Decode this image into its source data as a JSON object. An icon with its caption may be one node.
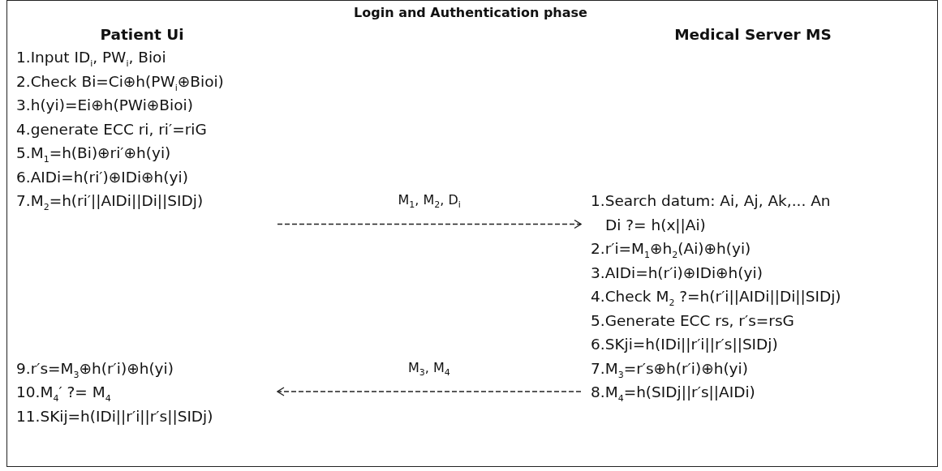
{
  "diagram": {
    "title": "Login and Authentication phase",
    "nodes": [
      {
        "text": [
          "Patient Ui",
          "1.Input ID$_{i}$, PW$_{i}$, Bioi",
          "2.Check Bi=Ci⊕h(PW$_{i}$⊕Bioi)",
          "3.h(yi)=Ei⊕h(PWi⊕Bioi)",
          "4.generate ECC ri, ri′=riG",
          "5.M$_{1}$=h(Bi)⊕ri′⊕h(yi)",
          "6.AIDi=h(ri′)⊕IDi⊕h(yi)",
          "7.M$_{2}$=h(ri′||AIDi||Di||SIDj)",
          "9.r′s=M$_{3}$⊕h(r′i)⊕h(yi)",
          "10.M$_{4}$′ ?= M$_{4}$",
          "11.SKij=h(IDi||r′i||r′s||SIDj)"
        ]
      },
      {
        "text": [
          "Medical Server MS",
          "1.Search datum: Ai, Aj, Ak,... An",
          "Di ?= h(x||Ai)",
          "2.r′i=M$_{1}$⊕h$_{2}$(Ai)⊕h(yi)",
          "3.AIDi=h(r′i)⊕IDi⊕h(yi)",
          "4.Check M$_{2}$ ?=h(r′i||AIDi||Di||SIDj)",
          "5.Generate ECC rs, r′s=rsG",
          "6.SKji=h(IDi||r′i||r′s||SIDj)",
          "7.M$_{3}$=r′s⊕h(r′i)⊕h(yi)",
          "8.M$_{4}$=h(SIDj||r′s||AIDi)"
        ]
      }
    ],
    "edges": [
      {
        "from": 0,
        "to": 1,
        "arrow": "to",
        "label": "M$_{1}$, M$_{2}$, D$_{i}$",
        "style": "dashed"
      },
      {
        "from": 1,
        "to": 0,
        "arrow": "to",
        "label": "M$_{3}$, M$_{4}$",
        "style": "dashed"
      }
    ]
  }
}
